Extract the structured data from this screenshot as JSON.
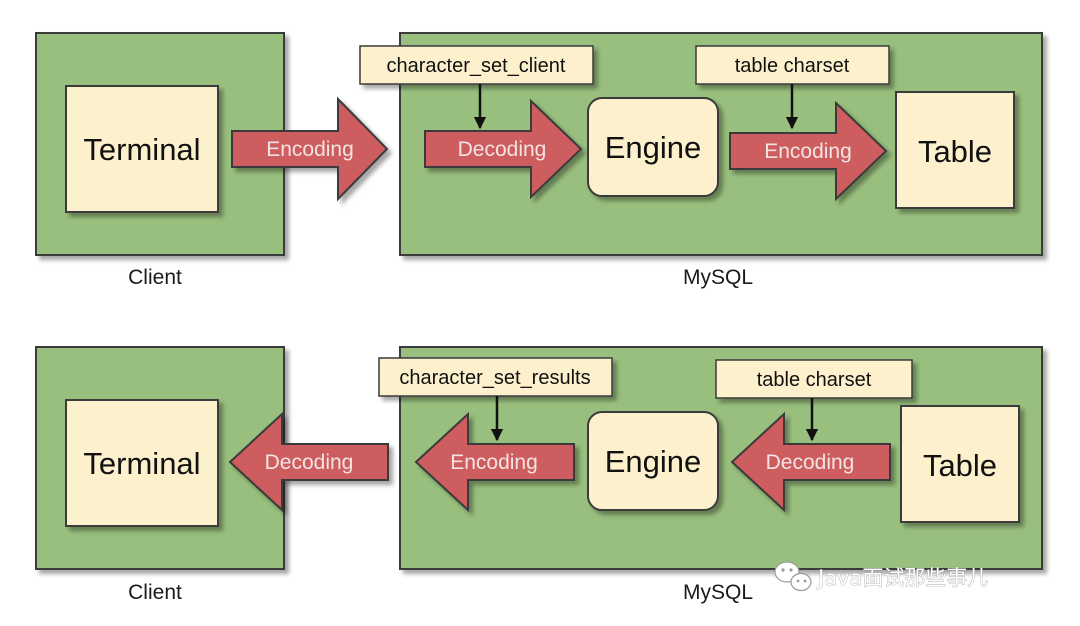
{
  "colors": {
    "outer_fill": "#98bf7d",
    "box_fill": "#fdf0cc",
    "arrow_fill": "#cd5d5f",
    "border": "#3a3a3a"
  },
  "top_flow": {
    "client_caption": "Client",
    "mysql_caption": "MySQL",
    "terminal_label": "Terminal",
    "arrow_1_label": "Encoding",
    "client_var_label": "character_set_client",
    "arrow_2_label": "Decoding",
    "engine_label": "Engine",
    "table_var_label": "table charset",
    "arrow_3_label": "Encoding",
    "table_label": "Table"
  },
  "bottom_flow": {
    "client_caption": "Client",
    "mysql_caption": "MySQL",
    "terminal_label": "Terminal",
    "arrow_1_label": "Decoding",
    "results_var_label": "character_set_results",
    "arrow_2_label": "Encoding",
    "engine_label": "Engine",
    "table_var_label": "table charset",
    "arrow_3_label": "Decoding",
    "table_label": "Table"
  },
  "watermark": {
    "icon": "wechat-icon",
    "text": "Java面试那些事儿"
  }
}
